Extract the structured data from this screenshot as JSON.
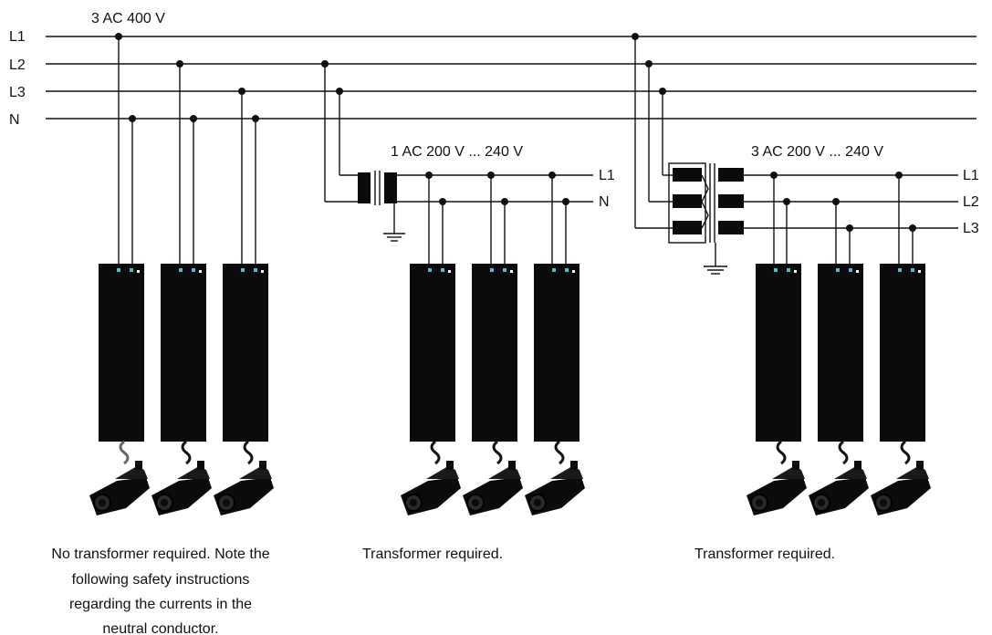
{
  "supply": {
    "voltage_label": "3 AC 400 V",
    "lines": [
      "L1",
      "L2",
      "L3",
      "N"
    ]
  },
  "groups": [
    {
      "voltage_label": "",
      "outputs": [],
      "caption": [
        "No transformer required. Note the",
        "following safety instructions",
        "regarding the currents in the",
        "neutral conductor."
      ]
    },
    {
      "voltage_label": "1 AC 200 V ... 240 V",
      "outputs": [
        "L1",
        "N"
      ],
      "caption": [
        "Transformer required."
      ]
    },
    {
      "voltage_label": "3 AC 200 V ... 240 V",
      "outputs": [
        "L1",
        "L2",
        "L3"
      ],
      "caption": [
        "Transformer required."
      ]
    }
  ],
  "colors": {
    "line": "#111111",
    "drive": "#0b0b0b",
    "terminal": "#5fb8c8",
    "background": "#ffffff"
  },
  "icons": [
    "servo-drive-icon",
    "servo-motor-icon",
    "ground-icon",
    "transformer-icon"
  ]
}
